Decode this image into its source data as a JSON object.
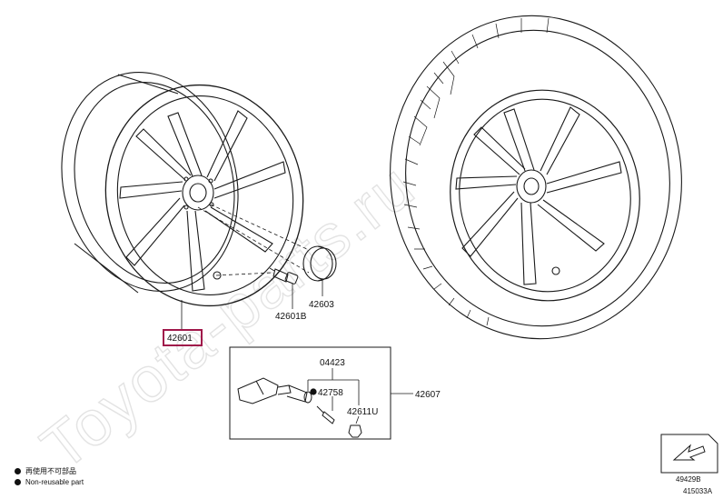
{
  "watermark": "Toyota-parts.ru",
  "parts": {
    "wheel": "42601",
    "hub_bolt": "42601B",
    "ornament": "42603",
    "tpms_kit": "42607",
    "tpms_valve": "04423",
    "valve_core": "42758",
    "cap": "42611U",
    "page_code": "49429B",
    "figure_code": "415033A"
  },
  "legend": [
    {
      "text": "再使用不可部品"
    },
    {
      "text": "Non-reusable part"
    }
  ],
  "colors": {
    "highlight": "#a0184a",
    "line": "#1a1a1a",
    "watermark": "#e3e3e3"
  }
}
